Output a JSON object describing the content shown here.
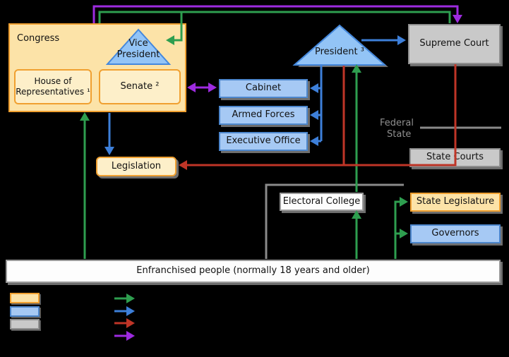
{
  "boxes": {
    "congress": {
      "label": "Congress"
    },
    "house": {
      "label": "House of Representatives ¹"
    },
    "senate": {
      "label": "Senate ²"
    },
    "vice_president": {
      "label": "Vice President"
    },
    "president": {
      "label": "President ³"
    },
    "supreme_court": {
      "label": "Supreme Court"
    },
    "cabinet": {
      "label": "Cabinet"
    },
    "armed_forces": {
      "label": "Armed Forces"
    },
    "executive_office": {
      "label": "Executive Office"
    },
    "legislation": {
      "label": "Legislation"
    },
    "state_courts": {
      "label": "State Courts"
    },
    "state_legislature": {
      "label": "State Legislature"
    },
    "governors": {
      "label": "Governors"
    },
    "electoral_college": {
      "label": "Electoral College"
    },
    "people": {
      "label": "Enfranchised people (normally 18 years and older)"
    }
  },
  "levels": {
    "federal_label": "Federal",
    "state_label": "State"
  },
  "colors": {
    "background": "#000000",
    "legislative_tan": "#fce3a8",
    "legislative_border": "#f0a030",
    "executive_blue": "#a6c9f4",
    "executive_border": "#4c86cc",
    "judicial_gray": "#c9c9c9",
    "judicial_border": "#8f8f8f",
    "arrow_green": "#2e9e4f",
    "arrow_blue": "#3d7fd9",
    "arrow_red": "#bf3527",
    "arrow_purple": "#9d2bdf",
    "divider_gray": "#8a8a8a"
  },
  "legend": {
    "swatches": [
      {
        "name": "tan-swatch",
        "color": "#fce3a8"
      },
      {
        "name": "blue-swatch",
        "color": "#a6c9f4"
      },
      {
        "name": "gray-swatch",
        "color": "#c9c9c9"
      }
    ],
    "arrow_colors": [
      "#2e9e4f",
      "#3d7fd9",
      "#bf3527",
      "#9d2bdf"
    ]
  },
  "connections": [
    {
      "color": "purple",
      "from": "Congress",
      "to": "Supreme Court"
    },
    {
      "color": "purple",
      "from": "Senate",
      "to": "Cabinet",
      "bidirectional": true
    },
    {
      "color": "green",
      "from": "Enfranchised people",
      "to": "Congress"
    },
    {
      "color": "green",
      "from": "Enfranchised people",
      "to": "Electoral College"
    },
    {
      "color": "green",
      "from": "Electoral College",
      "to": "President"
    },
    {
      "color": "green",
      "from": "Electoral College",
      "to": "Vice President"
    },
    {
      "color": "green",
      "from": "Enfranchised people",
      "to": "State Legislature"
    },
    {
      "color": "green",
      "from": "Enfranchised people",
      "to": "Governors"
    },
    {
      "color": "blue",
      "from": "President",
      "to": "Supreme Court"
    },
    {
      "color": "blue",
      "from": "President",
      "to": "Cabinet"
    },
    {
      "color": "blue",
      "from": "President",
      "to": "Armed Forces"
    },
    {
      "color": "blue",
      "from": "President",
      "to": "Executive Office"
    },
    {
      "color": "blue",
      "from": "Congress",
      "to": "Legislation"
    },
    {
      "color": "red",
      "from": "Supreme Court",
      "to": "Legislation"
    },
    {
      "color": "red",
      "from": "President",
      "to": "Legislation"
    }
  ]
}
